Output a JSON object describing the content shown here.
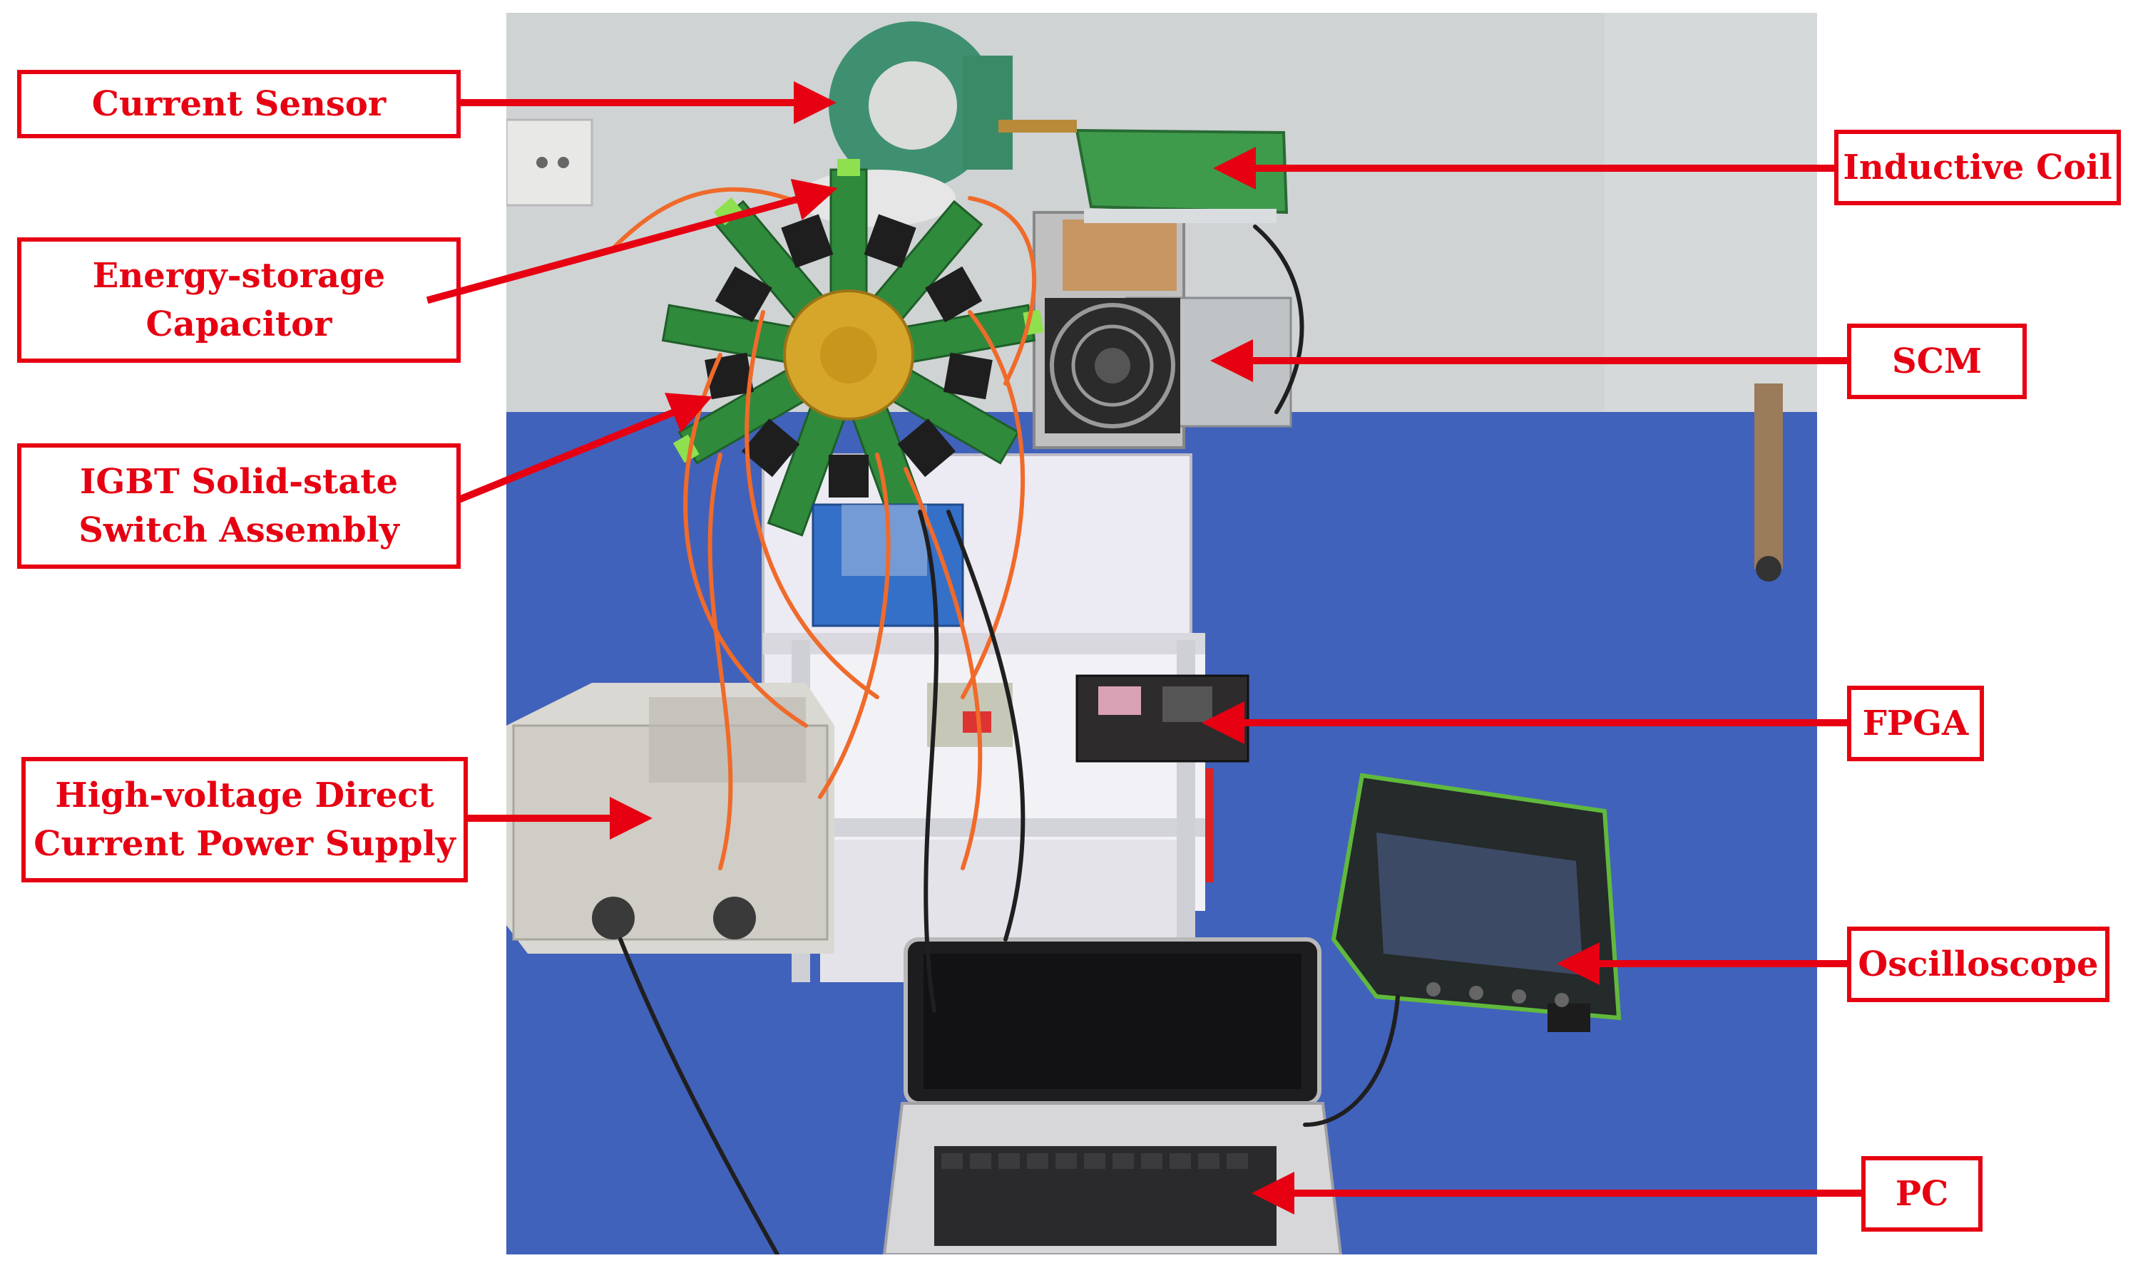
{
  "figure": {
    "labels": {
      "current_sensor": "Current Sensor",
      "energy_storage_capacitor": [
        "Energy-storage",
        "Capacitor"
      ],
      "igbt_switch_assembly": [
        "IGBT Solid-state",
        "Switch Assembly"
      ],
      "hv_dc_power_supply": [
        "High-voltage Direct",
        "Current Power Supply"
      ],
      "inductive_coil": "Inductive Coil",
      "scm": "SCM",
      "fpga": "FPGA",
      "oscilloscope": "Oscilloscope",
      "pc": "PC"
    },
    "colors": {
      "annotation_red": "#e60012",
      "floor_blue": "#3d5fb8",
      "wall_gray": "#cfd3d4",
      "pcb_green": "#2f8a3c",
      "cable_orange": "#f06a2a"
    }
  }
}
